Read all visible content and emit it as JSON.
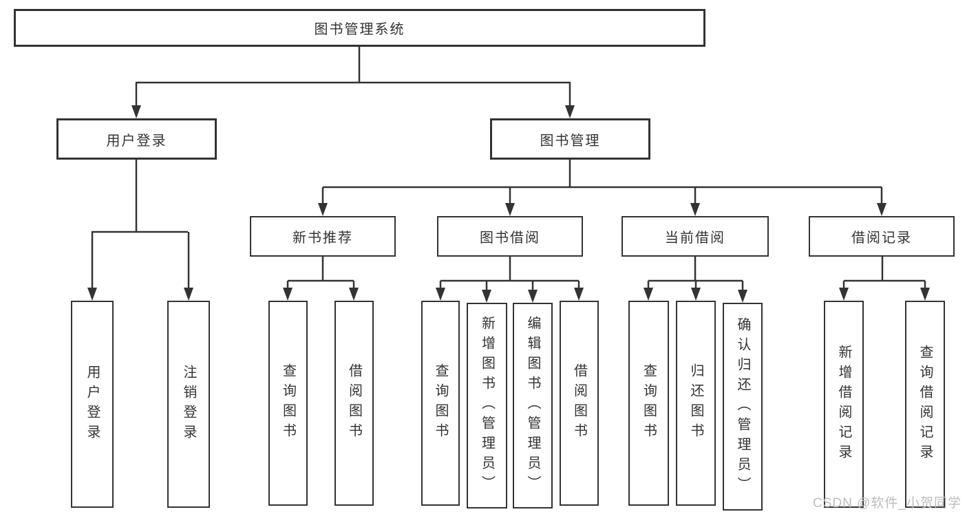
{
  "nodes": {
    "root": {
      "label": "图书管理系统"
    },
    "user_login": {
      "label": "用户登录"
    },
    "book_mgmt": {
      "label": "图书管理"
    },
    "new_book_rec": {
      "label": "新书推荐"
    },
    "book_borrow": {
      "label": "图书借阅"
    },
    "current_borrow": {
      "label": "当前借阅"
    },
    "borrow_records": {
      "label": "借阅记录"
    },
    "leaf_user_login": {
      "label": "用户登录"
    },
    "leaf_logout": {
      "label": "注销登录"
    },
    "leaf_query_book_a": {
      "label": "查询图书"
    },
    "leaf_borrow_book_a": {
      "label": "借阅图书"
    },
    "leaf_query_book_b": {
      "label": "查询图书"
    },
    "leaf_add_book_admin": {
      "label": "新增图书（管理员）"
    },
    "leaf_edit_book_admin": {
      "label": "编辑图书（管理员）"
    },
    "leaf_borrow_book_b": {
      "label": "借阅图书"
    },
    "leaf_query_book_c": {
      "label": "查询图书"
    },
    "leaf_return_book": {
      "label": "归还图书"
    },
    "leaf_confirm_return_admin": {
      "label": "确认归还（管理员）"
    },
    "leaf_add_borrow_record": {
      "label": "新增借阅记录"
    },
    "leaf_query_borrow_record": {
      "label": "查询借阅记录"
    }
  },
  "watermark": "CSDN @软件_小贺同学",
  "colors": {
    "line": "#333333",
    "text": "#333333",
    "watermark": "#bcbcbc",
    "background": "#ffffff"
  }
}
